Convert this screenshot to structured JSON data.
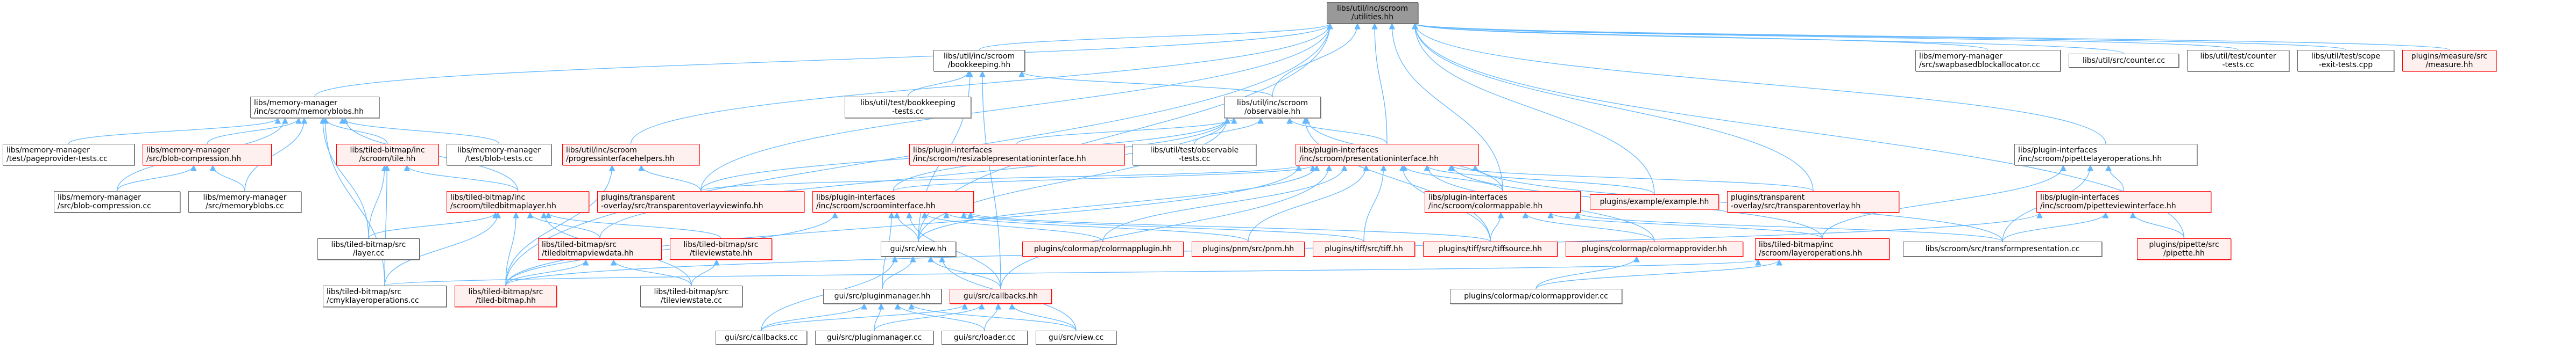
{
  "colors": {
    "edge": "#63b8ff",
    "node_border": "#666666",
    "node_fill": "#ffffff",
    "highlight_border": "#ff0000",
    "highlight_fill": "#fff0f0",
    "root_fill": "#999999"
  },
  "nodes": {
    "utilities": {
      "l1": "libs/util/inc/scroom",
      "l2": "/utilities.hh"
    },
    "bookkeeping": {
      "l1": "libs/util/inc/scroom",
      "l2": "/bookkeeping.hh"
    },
    "observable": {
      "l1": "libs/util/inc/scroom",
      "l2": "/observable.hh"
    },
    "memoryblobs": {
      "l1": "libs/memory-manager",
      "l2": "/inc/scroom/memoryblobs.hh"
    },
    "swapbased": {
      "l1": "libs/memory-manager",
      "l2": "/src/swapbasedblockallocator.cc"
    },
    "counter": {
      "l1": "libs/util/src/counter.cc"
    },
    "counter_tests": {
      "l1": "libs/util/test/counter",
      "l2": "-tests.cc"
    },
    "scope_exit": {
      "l1": "libs/util/test/scope",
      "l2": "-exit-tests.cpp"
    },
    "measure": {
      "l1": "plugins/measure/src",
      "l2": "/measure.hh"
    },
    "pageprovider_tests": {
      "l1": "libs/memory-manager",
      "l2": "/test/pageprovider-tests.cc"
    },
    "blob_compression_hh": {
      "l1": "libs/memory-manager",
      "l2": "/src/blob-compression.hh"
    },
    "tile_hh": {
      "l1": "libs/tiled-bitmap/inc",
      "l2": "/scroom/tile.hh"
    },
    "blob_tests": {
      "l1": "libs/memory-manager",
      "l2": "/test/blob-tests.cc"
    },
    "progresshelpers": {
      "l1": "libs/util/inc/scroom",
      "l2": "/progressinterfacehelpers.hh"
    },
    "bookkeeping_tests": {
      "l1": "libs/util/test/bookkeeping",
      "l2": "-tests.cc"
    },
    "resizable": {
      "l1": "libs/plugin-interfaces",
      "l2": "/inc/scroom/resizablepresentationinterface.hh"
    },
    "observable_tests": {
      "l1": "libs/util/test/observable",
      "l2": "-tests.cc"
    },
    "presentationinterface": {
      "l1": "libs/plugin-interfaces",
      "l2": "/inc/scroom/presentationinterface.hh"
    },
    "pipettelayerops": {
      "l1": "libs/plugin-interfaces",
      "l2": "/inc/scroom/pipettelayeroperations.hh"
    },
    "blob_compression_cc": {
      "l1": "libs/memory-manager",
      "l2": "/src/blob-compression.cc"
    },
    "memoryblobs_cc": {
      "l1": "libs/memory-manager",
      "l2": "/src/memoryblobs.cc"
    },
    "tiledbitmaplayer": {
      "l1": "libs/tiled-bitmap/inc",
      "l2": "/scroom/tiledbitmaplayer.hh"
    },
    "tovviewinfo": {
      "l1": "plugins/transparent",
      "l2": "-overlay/src/transparentoverlayviewinfo.hh"
    },
    "scroominterface": {
      "l1": "libs/plugin-interfaces",
      "l2": "/inc/scroom/scroominterface.hh"
    },
    "colormappable": {
      "l1": "libs/plugin-interfaces",
      "l2": "/inc/scroom/colormappable.hh"
    },
    "example": {
      "l1": "plugins/example/example.hh"
    },
    "transparentoverlay": {
      "l1": "plugins/transparent",
      "l2": "-overlay/src/transparentoverlay.hh"
    },
    "pipetteviewinterface": {
      "l1": "libs/plugin-interfaces",
      "l2": "/inc/scroom/pipetteviewinterface.hh"
    },
    "pipette": {
      "l1": "plugins/pipette/src",
      "l2": "/pipette.hh"
    },
    "layer_cc": {
      "l1": "libs/tiled-bitmap/src",
      "l2": "/layer.cc"
    },
    "tbviewdata": {
      "l1": "libs/tiled-bitmap/src",
      "l2": "/tiledbitmapviewdata.hh"
    },
    "tileviewstate_hh": {
      "l1": "libs/tiled-bitmap/src",
      "l2": "/tileviewstate.hh"
    },
    "view_hh": {
      "l1": "gui/src/view.hh"
    },
    "colormapplugin": {
      "l1": "plugins/colormap/colormapplugin.hh"
    },
    "pnm": {
      "l1": "plugins/pnm/src/pnm.hh"
    },
    "tiff": {
      "l1": "plugins/tiff/src/tiff.hh"
    },
    "tiffsource": {
      "l1": "plugins/tiff/src/tiffsource.hh"
    },
    "colormapprovider_hh": {
      "l1": "plugins/colormap/colormapprovider.hh"
    },
    "layeroperations": {
      "l1": "libs/tiled-bitmap/inc",
      "l2": "/scroom/layeroperations.hh"
    },
    "transformpresentation": {
      "l1": "libs/scroom/src/transformpresentation.cc"
    },
    "cmyklayerops": {
      "l1": "libs/tiled-bitmap/src",
      "l2": "/cmyklayeroperations.cc"
    },
    "tiled_bitmap_hh": {
      "l1": "libs/tiled-bitmap/src",
      "l2": "/tiled-bitmap.hh"
    },
    "tileviewstate_cc": {
      "l1": "libs/tiled-bitmap/src",
      "l2": "/tileviewstate.cc"
    },
    "pluginmanager_hh": {
      "l1": "gui/src/pluginmanager.hh"
    },
    "callbacks_hh": {
      "l1": "gui/src/callbacks.hh"
    },
    "colormapprovider_cc": {
      "l1": "plugins/colormap/colormapprovider.cc"
    },
    "callbacks_cc": {
      "l1": "gui/src/callbacks.cc"
    },
    "pluginmanager_cc": {
      "l1": "gui/src/pluginmanager.cc"
    },
    "loader_cc": {
      "l1": "gui/src/loader.cc"
    },
    "view_cc": {
      "l1": "gui/src/view.cc"
    }
  },
  "edges": [
    [
      "bookkeeping",
      "utilities"
    ],
    [
      "observable",
      "utilities"
    ],
    [
      "memoryblobs",
      "utilities"
    ],
    [
      "swapbased",
      "utilities"
    ],
    [
      "counter",
      "utilities"
    ],
    [
      "counter_tests",
      "utilities"
    ],
    [
      "scope_exit",
      "utilities"
    ],
    [
      "measure",
      "utilities"
    ],
    [
      "progresshelpers",
      "utilities"
    ],
    [
      "presentationinterface",
      "utilities"
    ],
    [
      "pipettelayerops",
      "utilities"
    ],
    [
      "example",
      "utilities"
    ],
    [
      "transparentoverlay",
      "utilities"
    ],
    [
      "tovviewinfo",
      "utilities"
    ],
    [
      "pipette",
      "utilities"
    ],
    [
      "colormappable",
      "utilities"
    ],
    [
      "view_hh",
      "utilities"
    ],
    [
      "tiled_bitmap_hh",
      "utilities"
    ],
    [
      "observable",
      "bookkeeping"
    ],
    [
      "bookkeeping_tests",
      "bookkeeping"
    ],
    [
      "view_hh",
      "bookkeeping"
    ],
    [
      "callbacks_hh",
      "bookkeeping"
    ],
    [
      "resizable",
      "observable"
    ],
    [
      "observable_tests",
      "observable"
    ],
    [
      "presentationinterface",
      "observable"
    ],
    [
      "colormappable",
      "observable"
    ],
    [
      "scroominterface",
      "observable"
    ],
    [
      "view_hh",
      "observable"
    ],
    [
      "tovviewinfo",
      "observable"
    ],
    [
      "tbviewdata",
      "observable"
    ],
    [
      "tiffsource",
      "observable"
    ],
    [
      "pageprovider_tests",
      "memoryblobs"
    ],
    [
      "blob_compression_hh",
      "memoryblobs"
    ],
    [
      "tile_hh",
      "memoryblobs"
    ],
    [
      "blob_tests",
      "memoryblobs"
    ],
    [
      "tiledbitmaplayer",
      "memoryblobs"
    ],
    [
      "blob_compression_cc",
      "memoryblobs"
    ],
    [
      "memoryblobs_cc",
      "memoryblobs"
    ],
    [
      "layer_cc",
      "memoryblobs"
    ],
    [
      "cmyklayerops",
      "memoryblobs"
    ],
    [
      "blob_compression_cc",
      "blob_compression_hh"
    ],
    [
      "memoryblobs_cc",
      "blob_compression_hh"
    ],
    [
      "tiledbitmaplayer",
      "tile_hh"
    ],
    [
      "layer_cc",
      "tile_hh"
    ],
    [
      "cmyklayerops",
      "tile_hh"
    ],
    [
      "tovviewinfo",
      "progresshelpers"
    ],
    [
      "tiled_bitmap_hh",
      "progresshelpers"
    ],
    [
      "scroominterface",
      "presentationinterface"
    ],
    [
      "colormappable",
      "presentationinterface"
    ],
    [
      "example",
      "presentationinterface"
    ],
    [
      "transparentoverlay",
      "presentationinterface"
    ],
    [
      "view_hh",
      "presentationinterface"
    ],
    [
      "colormapplugin",
      "presentationinterface"
    ],
    [
      "pnm",
      "presentationinterface"
    ],
    [
      "tiff",
      "presentationinterface"
    ],
    [
      "tiffsource",
      "presentationinterface"
    ],
    [
      "colormapprovider_hh",
      "presentationinterface"
    ],
    [
      "layeroperations",
      "presentationinterface"
    ],
    [
      "transformpresentation",
      "presentationinterface"
    ],
    [
      "tiled_bitmap_hh",
      "presentationinterface"
    ],
    [
      "tovviewinfo",
      "presentationinterface"
    ],
    [
      "callbacks_hh",
      "presentationinterface"
    ],
    [
      "pipetteviewinterface",
      "pipettelayerops"
    ],
    [
      "transformpresentation",
      "pipettelayerops"
    ],
    [
      "layeroperations",
      "pipettelayerops"
    ],
    [
      "pipette",
      "pipetteviewinterface"
    ],
    [
      "transformpresentation",
      "pipetteviewinterface"
    ],
    [
      "tiled_bitmap_hh",
      "pipetteviewinterface"
    ],
    [
      "layer_cc",
      "tiledbitmaplayer"
    ],
    [
      "tbviewdata",
      "tiledbitmaplayer"
    ],
    [
      "tileviewstate_hh",
      "tiledbitmaplayer"
    ],
    [
      "tiled_bitmap_hh",
      "tiledbitmaplayer"
    ],
    [
      "tileviewstate_cc",
      "tiledbitmaplayer"
    ],
    [
      "cmyklayerops",
      "tiledbitmaplayer"
    ],
    [
      "colormapplugin",
      "scroominterface"
    ],
    [
      "pnm",
      "scroominterface"
    ],
    [
      "tiff",
      "scroominterface"
    ],
    [
      "view_hh",
      "scroominterface"
    ],
    [
      "pluginmanager_hh",
      "scroominterface"
    ],
    [
      "callbacks_hh",
      "scroominterface"
    ],
    [
      "tiled_bitmap_hh",
      "scroominterface"
    ],
    [
      "tiffsource",
      "scroominterface"
    ],
    [
      "tiffsource",
      "colormappable"
    ],
    [
      "colormapprovider_hh",
      "colormappable"
    ],
    [
      "layeroperations",
      "colormappable"
    ],
    [
      "transformpresentation",
      "colormappable"
    ],
    [
      "tiled_bitmap_hh",
      "tbviewdata"
    ],
    [
      "tileviewstate_cc",
      "tbviewdata"
    ],
    [
      "tileviewstate_cc",
      "tileviewstate_hh"
    ],
    [
      "pluginmanager_hh",
      "view_hh"
    ],
    [
      "callbacks_hh",
      "view_hh"
    ],
    [
      "callbacks_cc",
      "view_hh"
    ],
    [
      "view_cc",
      "view_hh"
    ],
    [
      "colormapprovider_cc",
      "colormapprovider_hh"
    ],
    [
      "colormapprovider_cc",
      "layeroperations"
    ],
    [
      "cmyklayerops",
      "layeroperations"
    ],
    [
      "callbacks_cc",
      "pluginmanager_hh"
    ],
    [
      "pluginmanager_cc",
      "pluginmanager_hh"
    ],
    [
      "loader_cc",
      "pluginmanager_hh"
    ],
    [
      "view_cc",
      "pluginmanager_hh"
    ],
    [
      "callbacks_cc",
      "callbacks_hh"
    ],
    [
      "pluginmanager_cc",
      "callbacks_hh"
    ],
    [
      "loader_cc",
      "callbacks_hh"
    ],
    [
      "view_cc",
      "callbacks_hh"
    ]
  ]
}
